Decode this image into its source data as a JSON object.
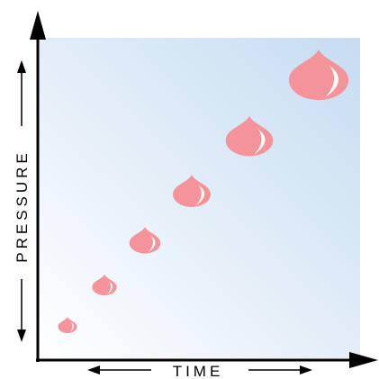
{
  "diagram": {
    "x_axis_label": "TIME",
    "y_axis_label": "PRESSURE",
    "colors": {
      "drop_fill": "#f4949a",
      "drop_highlight": "#ffffff",
      "plot_bg_light": "#ffffff",
      "plot_bg_dark": "#c6dcf1",
      "axis": "#000000"
    },
    "drops": [
      {
        "step": 1,
        "relative_size": 1.0
      },
      {
        "step": 2,
        "relative_size": 1.3
      },
      {
        "step": 3,
        "relative_size": 1.65
      },
      {
        "step": 4,
        "relative_size": 2.0
      },
      {
        "step": 5,
        "relative_size": 2.5
      },
      {
        "step": 6,
        "relative_size": 3.15
      }
    ]
  }
}
